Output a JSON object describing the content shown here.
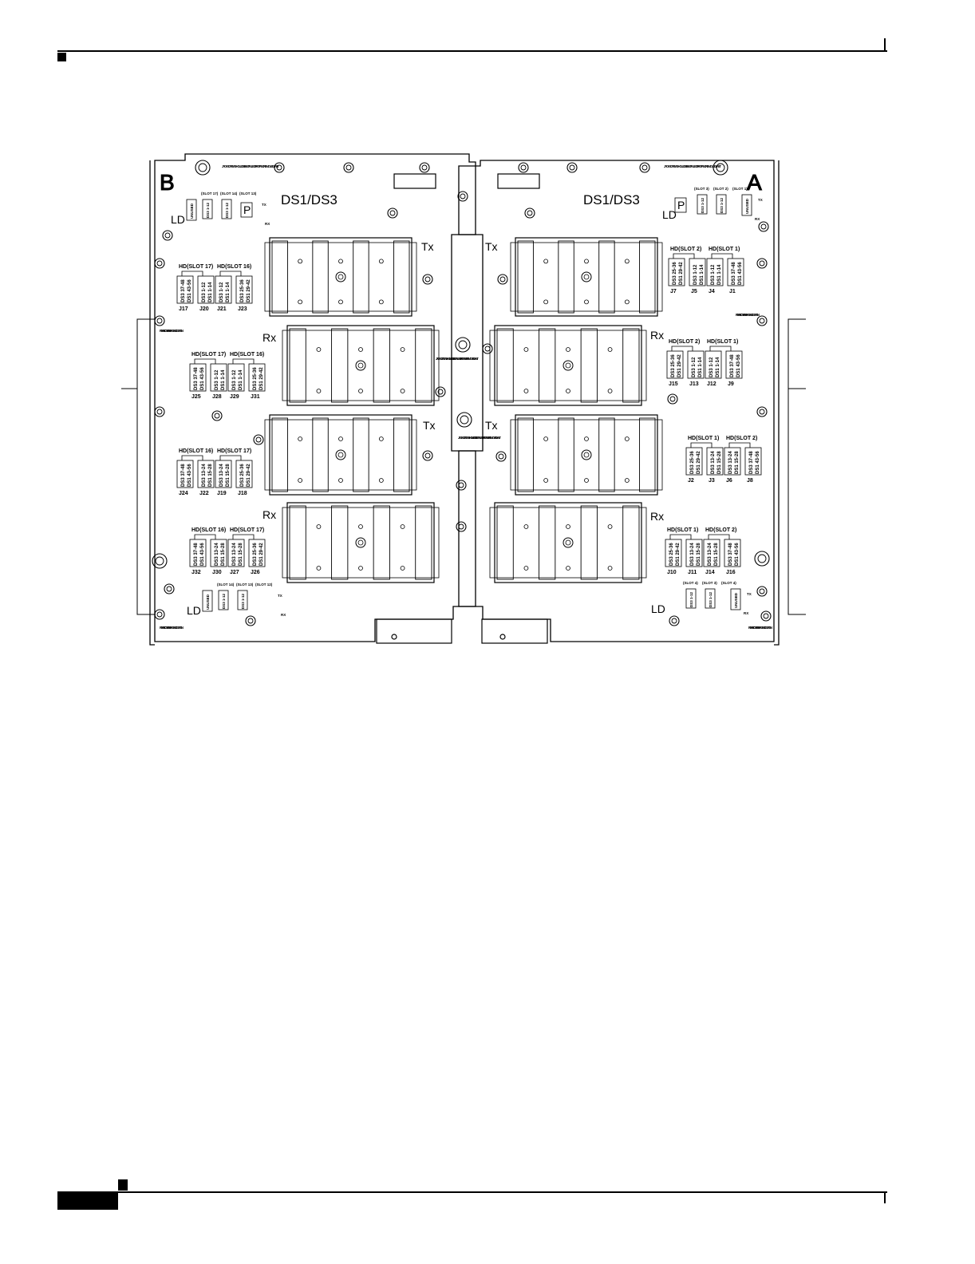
{
  "board_b": {
    "letter": "B",
    "title": "DS1/DS3",
    "ld_label": "LD",
    "tx_label": "TX",
    "rx_label": "RX",
    "p_label": "P",
    "unused_label": "UNUSED",
    "slots_top": [
      "(SLOT 17)",
      "(SLOT 14)",
      "(SLOT 13)"
    ],
    "slots_bottom": [
      "(SLOT 14)",
      "(SLOT 13)",
      "(SLOT 12)"
    ],
    "top_connectors": [
      "DS3 1-12 DS1 1-14",
      "DS3 1-12 DS1 1-14"
    ],
    "warning_note": "JACKSCREW SHOULD BE INSTALLED FIRST AND REMOVED LAST",
    "rear_cover_note": "REAR COVER BRACKET LOCATION",
    "groups": [
      {
        "title_a": "HD(SLOT 17)",
        "title_b": "HD(SLOT 16)",
        "connectors": [
          "DS3 37-48 DS1 43-56",
          "DS3 1-12 DS1 1-14",
          "DS3 1-12 DS1 1-14",
          "DS3 25-36 DS1 29-42"
        ],
        "jacks": [
          "J17",
          "J20",
          "J21",
          "J23"
        ]
      },
      {
        "title_a": "HD(SLOT 17)",
        "title_b": "HD(SLOT 16)",
        "connectors": [
          "DS3 37-48 DS1 43-56",
          "DS3 1-12 DS1 1-14",
          "DS3 1-12 DS1 1-14",
          "DS3 25-36 DS1 29-42"
        ],
        "jacks": [
          "J25",
          "J28",
          "J29",
          "J31"
        ]
      },
      {
        "title_a": "HD(SLOT 16)",
        "title_b": "HD(SLOT 17)",
        "connectors": [
          "DS3 37-48 DS1 43-56",
          "DS3 13-24 DS1 15-28",
          "DS3 13-24 DS1 15-28",
          "DS3 25-36 DS1 29-42"
        ],
        "jacks": [
          "J24",
          "J22",
          "J19",
          "J18"
        ]
      },
      {
        "title_a": "HD(SLOT 16)",
        "title_b": "HD(SLOT 17)",
        "connectors": [
          "DS3 37-48 DS1 43-56",
          "DS3 13-24 DS1 15-28",
          "DS3 13-24 DS1 15-28",
          "DS3 25-36 DS1 29-42"
        ],
        "jacks": [
          "J32",
          "J30",
          "J27",
          "J26"
        ]
      }
    ]
  },
  "board_a": {
    "letter": "A",
    "title": "DS1/DS3",
    "ld_label": "LD",
    "tx_label": "TX",
    "rx_label": "RX",
    "p_label": "P",
    "unused_label": "UNUSED",
    "slots_top": [
      "(SLOT 3)",
      "(SLOT 2)",
      "(SLOT 1)"
    ],
    "slots_bottom": [
      "(SLOT 4)",
      "(SLOT 3)",
      "(SLOT 4)"
    ],
    "top_connectors": [
      "DS3 1-12 DS1 1-14",
      "DS3 1-12 DS1 1-14"
    ],
    "warning_note": "JACKSCREW SHOULD BE INSTALLED FIRST AND REMOVED LAST",
    "rear_cover_note": "REAR COVER BRACKET LOCATION",
    "groups": [
      {
        "title_a": "HD(SLOT 2)",
        "title_b": "HD(SLOT 1)",
        "connectors": [
          "DS3 25-36 DS1 29-42",
          "DS3 1-12 DS1 1-14",
          "DS3 1-12 DS1 1-14",
          "DS3 37-48 DS1 43-56"
        ],
        "jacks": [
          "J7",
          "J5",
          "J4",
          "J1"
        ]
      },
      {
        "title_a": "HD(SLOT 2)",
        "title_b": "HD(SLOT 1)",
        "connectors": [
          "DS3 25-36 DS1 29-42",
          "DS3 1-12 DS1 1-14",
          "DS3 1-12 DS1 1-14",
          "DS3 37-48 DS1 43-56"
        ],
        "jacks": [
          "J15",
          "J13",
          "J12",
          "J9"
        ]
      },
      {
        "title_a": "HD(SLOT 1)",
        "title_b": "HD(SLOT 2)",
        "connectors": [
          "DS3 25-36 DS1 29-42",
          "DS3 13-24 DS1 15-28",
          "DS3 13-24 DS1 15-28",
          "DS3 37-48 DS1 43-56"
        ],
        "jacks": [
          "J2",
          "J3",
          "J6",
          "J8"
        ]
      },
      {
        "title_a": "HD(SLOT 1)",
        "title_b": "HD(SLOT 2)",
        "connectors": [
          "DS3 25-36 DS1 29-42",
          "DS3 13-24 DS1 15-28",
          "DS3 13-24 DS1 15-28",
          "DS3 37-48 DS1 43-56"
        ],
        "jacks": [
          "J10",
          "J11",
          "J14",
          "J16"
        ]
      }
    ]
  },
  "panel_labels": {
    "tx": "Tx",
    "rx": "Rx"
  }
}
